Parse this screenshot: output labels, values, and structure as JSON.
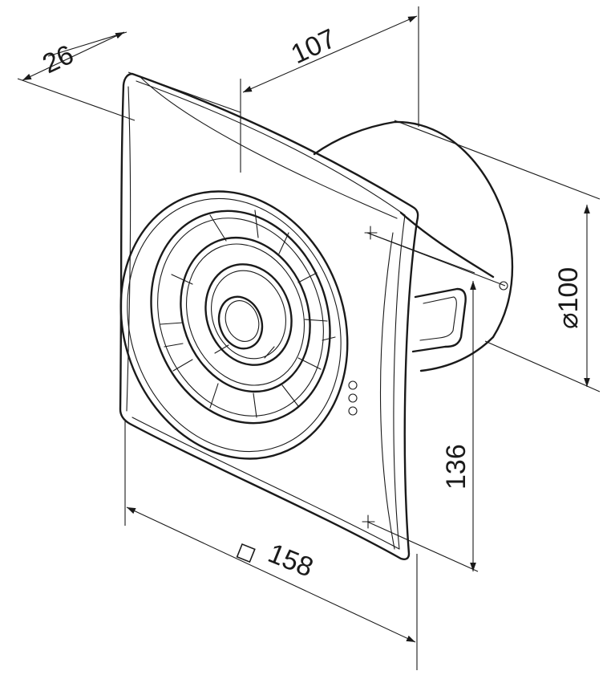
{
  "dimensions": {
    "depth_front": "26",
    "depth_housing": "107",
    "duct_diameter": "⌀100",
    "mount_height": "136",
    "panel_size": "158"
  }
}
